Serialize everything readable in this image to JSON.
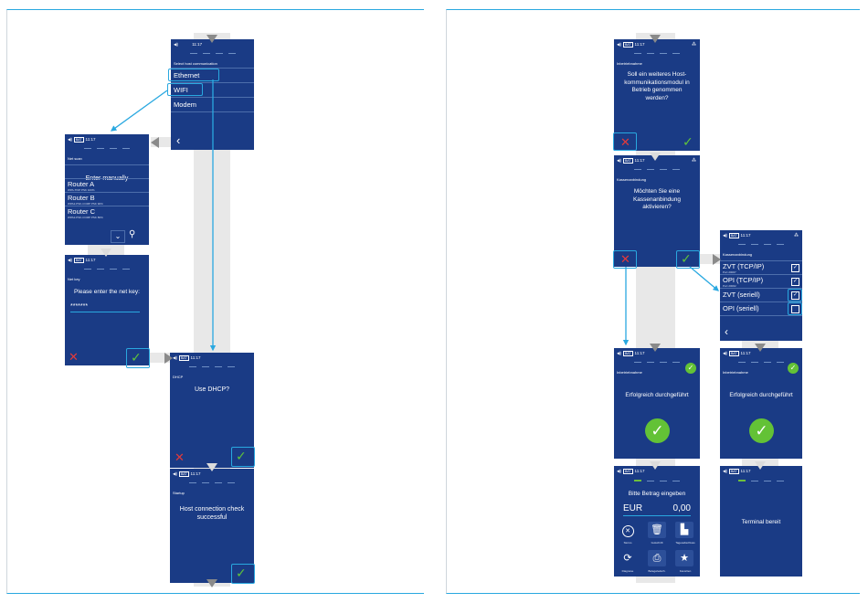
{
  "left": {
    "boot": {
      "time": "11:17",
      "subtitle": "Select host communication",
      "items": [
        "Ethernet",
        "WIFI",
        "Modem"
      ]
    },
    "netscan": {
      "time": "11:17",
      "subtitle": "Net scan",
      "enter": "Enter manually",
      "routers": [
        {
          "name": "Router A",
          "detail": "WPA-TKIP PSK 100%"
        },
        {
          "name": "Router B",
          "detail": "WPA2-PSK-CCMP PSK 90%"
        },
        {
          "name": "Router C",
          "detail": "WPA2-PSK-CCMP PSK 80%"
        }
      ]
    },
    "netkey": {
      "time": "11:17",
      "subtitle": "Net key",
      "prompt": "Please enter the net key:",
      "value": "*******"
    },
    "dhcp": {
      "time": "11:17",
      "subtitle": "DHCP",
      "question": "Use DHCP?"
    },
    "startup": {
      "time": "11:17",
      "subtitle": "Startup",
      "message": "Host connection check successful"
    }
  },
  "right": {
    "host": {
      "time": "11:17",
      "subtitle": "Inbetriebnahme",
      "question": "Soll ein weiteres Host-kommunikationsmodul in Betrieb genommen werden?"
    },
    "kasse": {
      "time": "11:17",
      "subtitle": "Kassenanbindung",
      "question": "Möchten Sie eine Kassenanbindung aktivieren?"
    },
    "kasselist": {
      "time": "11:17",
      "subtitle": "Kassenanbindung",
      "items": [
        {
          "label": "ZVT (TCP/IP)",
          "sub": "Port 20007",
          "checked": true
        },
        {
          "label": "OPI (TCP/IP)",
          "sub": "Port 20002",
          "checked": true
        },
        {
          "label": "ZVT (seriell)",
          "sub": "",
          "checked": true
        },
        {
          "label": "OPI (seriell)",
          "sub": "",
          "checked": false
        }
      ]
    },
    "success1": {
      "time": "11:17",
      "subtitle": "Inbetriebnahme",
      "message": "Erfolgreich durchgeführt"
    },
    "success2": {
      "time": "11:17",
      "subtitle": "Inbetriebnahme",
      "message": "Erfolgreich durchgeführt"
    },
    "amount": {
      "time": "11:17",
      "prompt": "Bitte Betrag eingeben",
      "currency": "EUR",
      "value": "0,00",
      "tiles": [
        "Storno",
        "Gutschrift",
        "Tagesabschluss",
        "Diagnose",
        "Belegwiederh.",
        "Favoriten"
      ]
    },
    "ready": {
      "time": "11:17",
      "message": "Terminal bereit"
    }
  },
  "colors": {
    "screen": "#1a3b85",
    "accent": "#29a8e0",
    "ok": "#63c236",
    "cancel": "#e23a3a"
  }
}
